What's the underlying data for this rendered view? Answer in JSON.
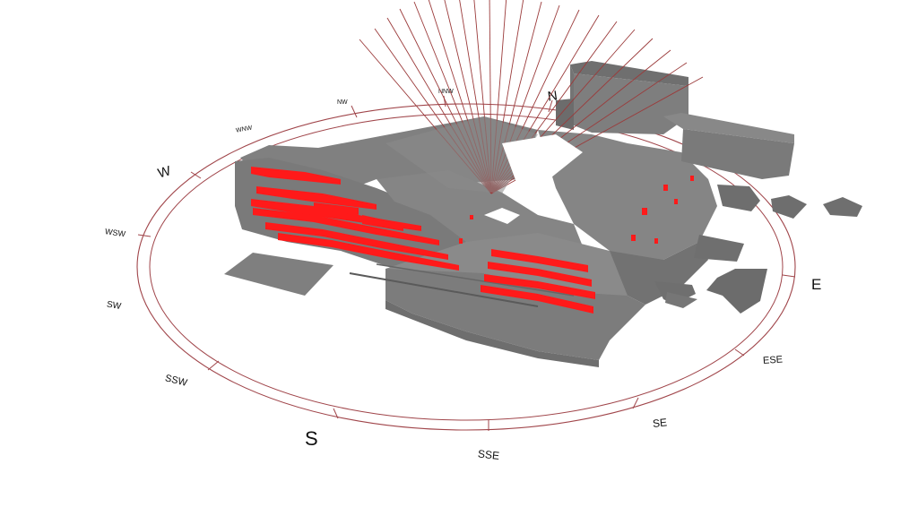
{
  "compass": {
    "cardinals": {
      "N": "N",
      "E": "E",
      "S": "S",
      "W": "W"
    },
    "intercardinals": {
      "NNW": "NNW",
      "NW": "NW",
      "WNW": "WNW",
      "WSW": "WSW",
      "SW": "SW",
      "SSW": "SSW",
      "SSE": "SSE",
      "SE": "SE",
      "ESE": "ESE"
    },
    "ring_color": "#a0454a"
  },
  "colors": {
    "building": "#7f7f7f",
    "building_dark": "#6a6a6a",
    "building_light": "#959595",
    "highlight": "#ff1a1a",
    "sun_rays": "#9b3b3b"
  }
}
